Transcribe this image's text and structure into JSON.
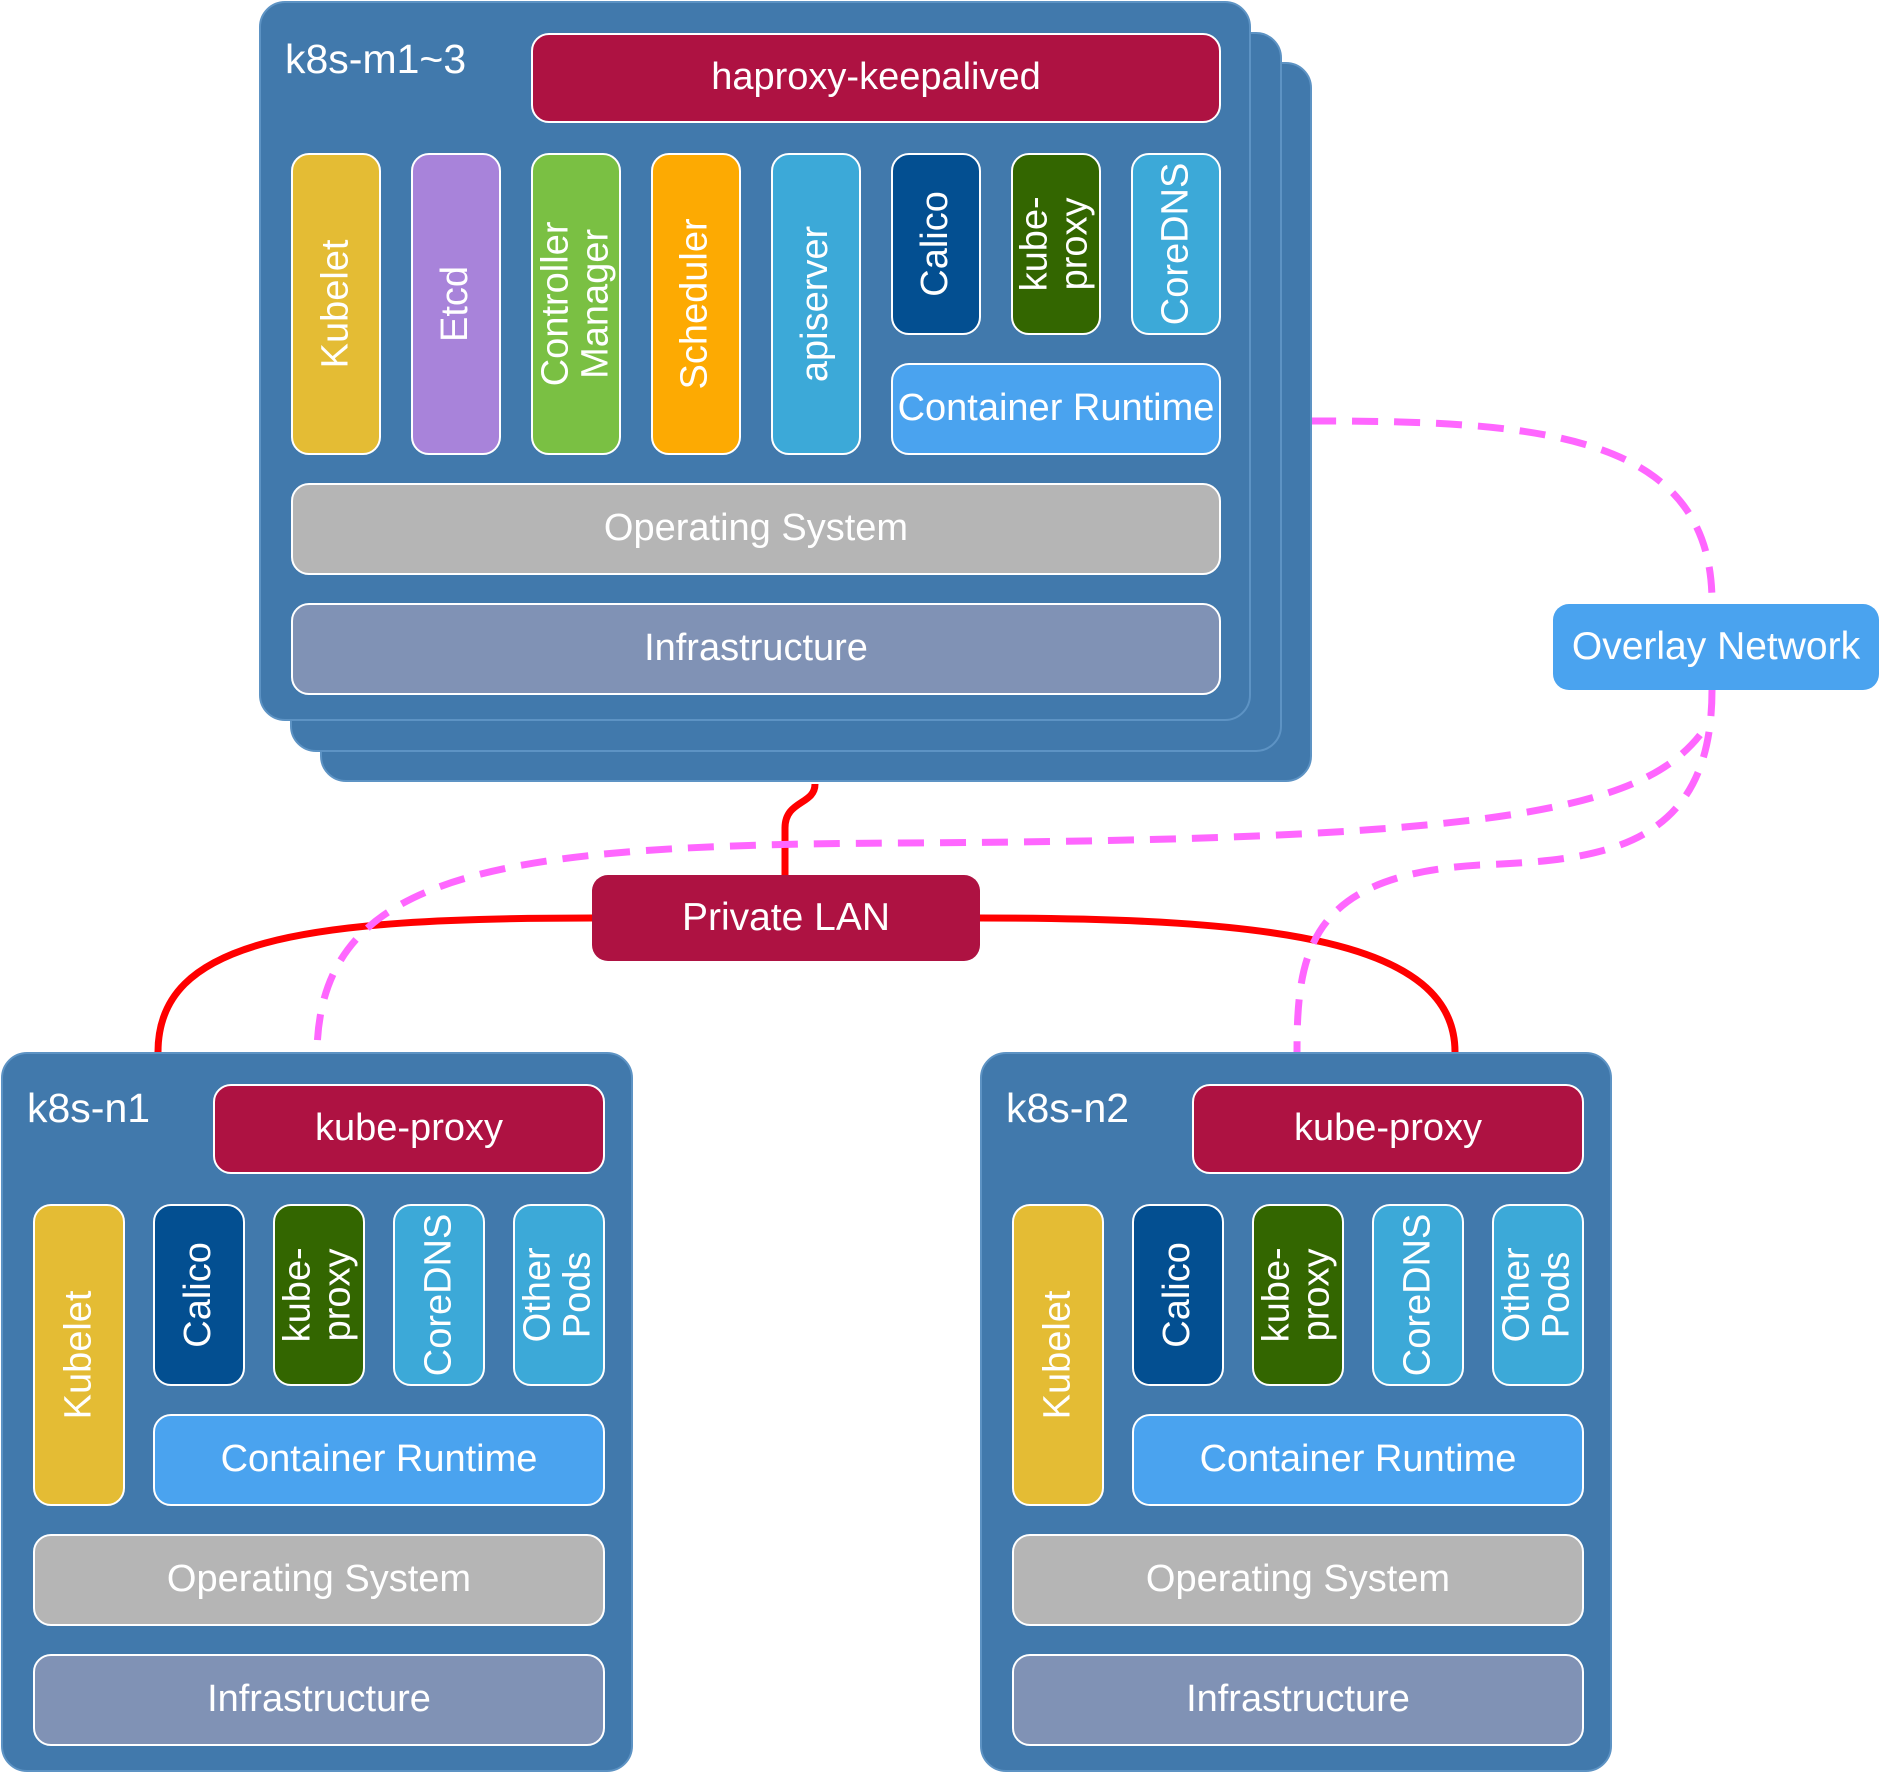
{
  "master": {
    "title": "k8s-m1~3",
    "lb": "haproxy-keepalived",
    "columns": {
      "kubelet": "Kubelet",
      "etcd": "Etcd",
      "controller_manager": "Controller\nManager",
      "scheduler": "Scheduler",
      "apiserver": "apiserver",
      "calico": "Calico",
      "kube_proxy": "kube-\nproxy",
      "coredns": "CoreDNS"
    },
    "container_runtime": "Container Runtime",
    "os": "Operating System",
    "infra": "Infrastructure"
  },
  "node1": {
    "title": "k8s-n1",
    "proxy_bar": "kube-proxy",
    "columns": {
      "kubelet": "Kubelet",
      "calico": "Calico",
      "kube_proxy": "kube-\nproxy",
      "coredns": "CoreDNS",
      "other_pods": "Other\nPods"
    },
    "container_runtime": "Container Runtime",
    "os": "Operating System",
    "infra": "Infrastructure"
  },
  "node2": {
    "title": "k8s-n2",
    "proxy_bar": "kube-proxy",
    "columns": {
      "kubelet": "Kubelet",
      "calico": "Calico",
      "kube_proxy": "kube-\nproxy",
      "coredns": "CoreDNS",
      "other_pods": "Other\nPods"
    },
    "container_runtime": "Container Runtime",
    "os": "Operating System",
    "infra": "Infrastructure"
  },
  "network": {
    "private_lan": "Private LAN",
    "overlay": "Overlay Network"
  },
  "colors": {
    "node_bg": "#4179ac",
    "lan_line": "#ff0000",
    "overlay_line": "#ff66ff",
    "red_block": "#ae1242"
  }
}
